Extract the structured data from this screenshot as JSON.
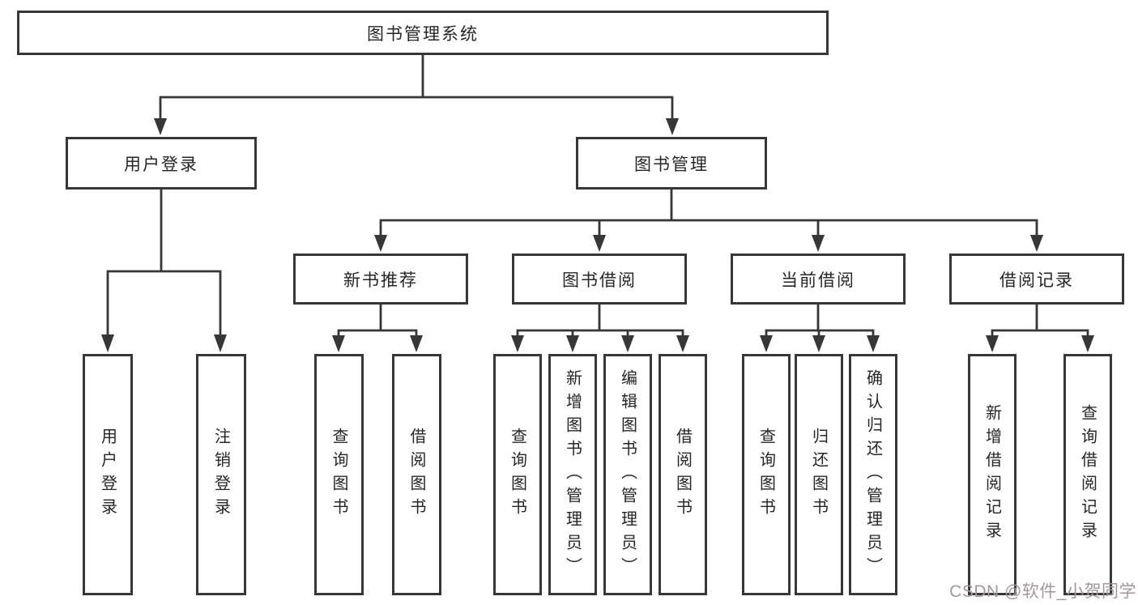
{
  "diagram": {
    "root": {
      "label": "图书管理系统"
    },
    "level2": [
      {
        "label": "用户登录"
      },
      {
        "label": "图书管理"
      }
    ],
    "level3": [
      {
        "label": "新书推荐",
        "parent": "图书管理"
      },
      {
        "label": "图书借阅",
        "parent": "图书管理"
      },
      {
        "label": "当前借阅",
        "parent": "图书管理"
      },
      {
        "label": "借阅记录",
        "parent": "图书管理"
      }
    ],
    "leaves": [
      {
        "label": "用户登录",
        "parent": "用户登录"
      },
      {
        "label": "注销登录",
        "parent": "用户登录"
      },
      {
        "label": "查询图书",
        "parent": "新书推荐"
      },
      {
        "label": "借阅图书",
        "parent": "新书推荐"
      },
      {
        "label": "查询图书",
        "parent": "图书借阅"
      },
      {
        "label": "新增图书（管理员）",
        "parent": "图书借阅"
      },
      {
        "label": "编辑图书（管理员）",
        "parent": "图书借阅"
      },
      {
        "label": "借阅图书",
        "parent": "图书借阅"
      },
      {
        "label": "查询图书",
        "parent": "当前借阅"
      },
      {
        "label": "归还图书",
        "parent": "当前借阅"
      },
      {
        "label": "确认归还（管理员）",
        "parent": "当前借阅"
      },
      {
        "label": "新增借阅记录",
        "parent": "借阅记录"
      },
      {
        "label": "查询借阅记录",
        "parent": "借阅记录"
      }
    ],
    "watermark": "CSDN @软件_小贺同学",
    "colors": {
      "line": "#373737",
      "box_border": "#373737",
      "box_fill": "#ffffff",
      "text": "#262626",
      "watermark": "#a39899",
      "background": "#ffffff"
    }
  }
}
